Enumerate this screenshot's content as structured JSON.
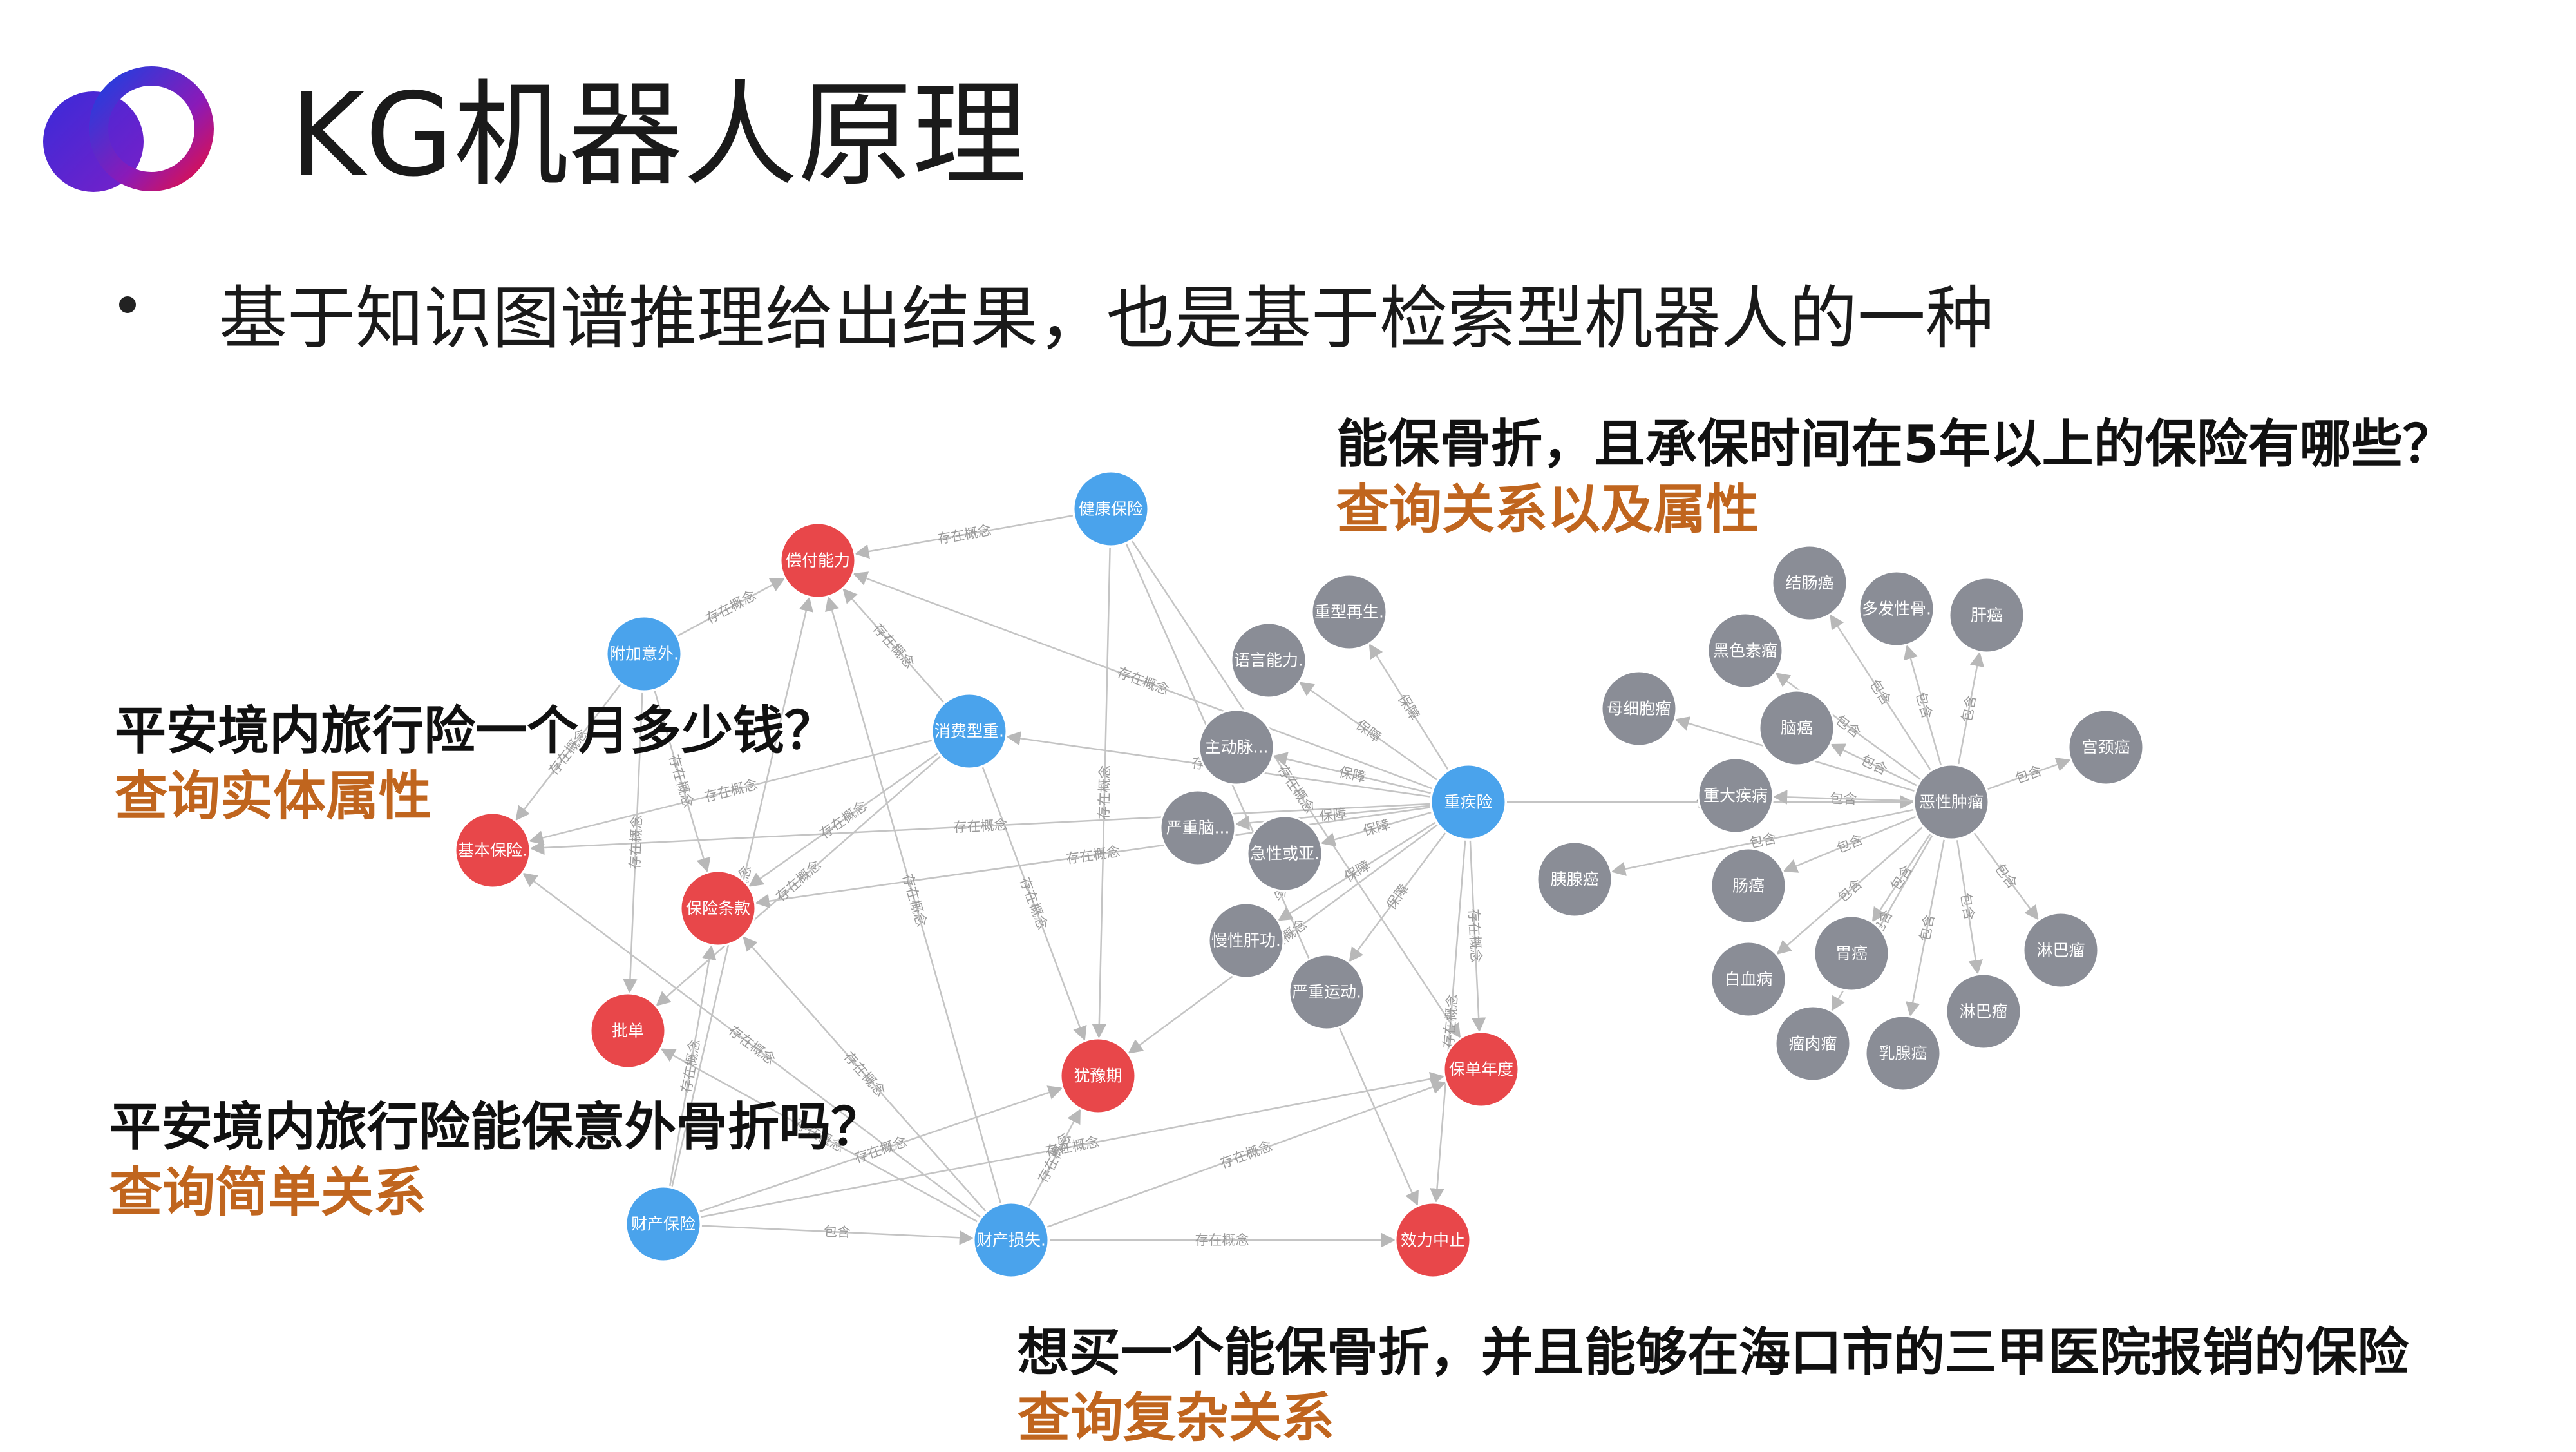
{
  "title": "KG机器人原理",
  "bullet": "基于知识图谱推理给出结果，也是基于检索型机器人的一种",
  "colors": {
    "accent": "#c0651e",
    "entity": "#e8474a",
    "concept": "#4aa3ec",
    "disease": "#8a8d96"
  },
  "questions": {
    "q1": {
      "text": "平安境内旅行险一个月多少钱？",
      "category": "查询实体属性"
    },
    "q2": {
      "text": "平安境内旅行险能保意外骨折吗？",
      "category": "查询简单关系"
    },
    "q3": {
      "text": "能保骨折，且承保时间在5年以上的保险有哪些？",
      "category": "查询关系以及属性"
    },
    "q4": {
      "text": "想买一个能保骨折，并且能够在海口市的三甲医院报销的保险",
      "category": "查询复杂关系"
    }
  },
  "graph": {
    "nodes": {
      "jiankang": {
        "label": "健康保险",
        "kind": "concept"
      },
      "fujia": {
        "label": "附加意外.",
        "kind": "concept"
      },
      "xiaofei": {
        "label": "消费型重.",
        "kind": "concept"
      },
      "zhongji": {
        "label": "重疾险",
        "kind": "concept"
      },
      "caichan": {
        "label": "财产保险",
        "kind": "concept"
      },
      "sunshi": {
        "label": "财产损失.",
        "kind": "concept"
      },
      "changfu": {
        "label": "偿付能力",
        "kind": "entity"
      },
      "jiben": {
        "label": "基本保险.",
        "kind": "entity"
      },
      "tiaokuan": {
        "label": "保险条款",
        "kind": "entity"
      },
      "pidan": {
        "label": "批单",
        "kind": "entity"
      },
      "youyu": {
        "label": "犹豫期",
        "kind": "entity"
      },
      "niandu": {
        "label": "保单年度",
        "kind": "entity"
      },
      "xiaoli": {
        "label": "效力中止",
        "kind": "entity"
      },
      "zaisheng": {
        "label": "重型再生.",
        "kind": "disease"
      },
      "yuyan": {
        "label": "语言能力.",
        "kind": "disease"
      },
      "zhudong": {
        "label": "主动脉...",
        "kind": "disease"
      },
      "yanzhongnao": {
        "label": "严重脑...",
        "kind": "disease"
      },
      "jixing": {
        "label": "急性或亚.",
        "kind": "disease"
      },
      "manxing": {
        "label": "慢性肝功.",
        "kind": "disease"
      },
      "yundong": {
        "label": "严重运动.",
        "kind": "disease"
      },
      "jiechang": {
        "label": "结肠癌",
        "kind": "disease"
      },
      "duofa": {
        "label": "多发性骨.",
        "kind": "disease"
      },
      "gan": {
        "label": "肝癌",
        "kind": "disease"
      },
      "heise": {
        "label": "黑色素瘤",
        "kind": "disease"
      },
      "muxibao": {
        "label": "母细胞瘤",
        "kind": "disease"
      },
      "nao": {
        "label": "脑癌",
        "kind": "disease"
      },
      "zhongda": {
        "label": "重大疾病",
        "kind": "disease"
      },
      "exing": {
        "label": "恶性肿瘤",
        "kind": "disease"
      },
      "gongjing": {
        "label": "宫颈癌",
        "kind": "disease"
      },
      "yixian": {
        "label": "胰腺癌",
        "kind": "disease"
      },
      "chang": {
        "label": "肠癌",
        "kind": "disease"
      },
      "baixue": {
        "label": "白血病",
        "kind": "disease"
      },
      "wei": {
        "label": "胃癌",
        "kind": "disease"
      },
      "linba1": {
        "label": "淋巴瘤",
        "kind": "disease"
      },
      "linba2": {
        "label": "淋巴瘤",
        "kind": "disease"
      },
      "rouliu": {
        "label": "瘤肉瘤",
        "kind": "disease"
      },
      "ruxian": {
        "label": "乳腺癌",
        "kind": "disease"
      }
    },
    "edge_labels": {
      "concept": "存在概念",
      "contains": "包含",
      "ensure": "保障"
    },
    "edges": [
      {
        "s": "jiankang",
        "t": "changfu",
        "k": "concept"
      },
      {
        "s": "fujia",
        "t": "changfu",
        "k": "concept"
      },
      {
        "s": "fujia",
        "t": "jiben",
        "k": "concept"
      },
      {
        "s": "fujia",
        "t": "tiaokuan",
        "k": "concept"
      },
      {
        "s": "fujia",
        "t": "pidan",
        "k": "concept"
      },
      {
        "s": "xiaofei",
        "t": "changfu",
        "k": "concept"
      },
      {
        "s": "xiaofei",
        "t": "jiben",
        "k": "concept"
      },
      {
        "s": "xiaofei",
        "t": "tiaokuan",
        "k": "concept"
      },
      {
        "s": "xiaofei",
        "t": "pidan",
        "k": "concept"
      },
      {
        "s": "xiaofei",
        "t": "youyu",
        "k": "concept"
      },
      {
        "s": "zhongji",
        "t": "changfu",
        "k": "concept"
      },
      {
        "s": "zhongji",
        "t": "jiben",
        "k": "concept"
      },
      {
        "s": "zhongji",
        "t": "tiaokuan",
        "k": "concept"
      },
      {
        "s": "zhongji",
        "t": "youyu",
        "k": "concept"
      },
      {
        "s": "zhongji",
        "t": "niandu",
        "k": "concept"
      },
      {
        "s": "zhongji",
        "t": "xiaoli",
        "k": "concept"
      },
      {
        "s": "zhongji",
        "t": "xiaofei",
        "k": "concept"
      },
      {
        "s": "jiankang",
        "t": "youyu",
        "k": "concept"
      },
      {
        "s": "jiankang",
        "t": "xiaoli",
        "k": "concept"
      },
      {
        "s": "jiankang",
        "t": "niandu",
        "k": "concept"
      },
      {
        "s": "caichan",
        "t": "changfu",
        "k": "concept"
      },
      {
        "s": "caichan",
        "t": "tiaokuan",
        "k": "concept"
      },
      {
        "s": "caichan",
        "t": "youyu",
        "k": "concept"
      },
      {
        "s": "caichan",
        "t": "niandu",
        "k": "concept"
      },
      {
        "s": "caichan",
        "t": "sunshi",
        "k": "contains"
      },
      {
        "s": "sunshi",
        "t": "jiben",
        "k": "concept"
      },
      {
        "s": "sunshi",
        "t": "tiaokuan",
        "k": "concept"
      },
      {
        "s": "sunshi",
        "t": "pidan",
        "k": "concept"
      },
      {
        "s": "sunshi",
        "t": "youyu",
        "k": "concept"
      },
      {
        "s": "sunshi",
        "t": "niandu",
        "k": "concept"
      },
      {
        "s": "sunshi",
        "t": "xiaoli",
        "k": "concept"
      },
      {
        "s": "sunshi",
        "t": "changfu",
        "k": "concept"
      },
      {
        "s": "zhongji",
        "t": "zaisheng",
        "k": "ensure"
      },
      {
        "s": "zhongji",
        "t": "yuyan",
        "k": "ensure"
      },
      {
        "s": "zhongji",
        "t": "zhudong",
        "k": "ensure"
      },
      {
        "s": "zhongji",
        "t": "yanzhongnao",
        "k": "ensure"
      },
      {
        "s": "zhongji",
        "t": "jixing",
        "k": "ensure"
      },
      {
        "s": "zhongji",
        "t": "manxing",
        "k": "ensure"
      },
      {
        "s": "zhongji",
        "t": "yundong",
        "k": "ensure"
      },
      {
        "s": "zhongji",
        "t": "exing",
        "k": "ensure"
      },
      {
        "s": "exing",
        "t": "jiechang",
        "k": "contains"
      },
      {
        "s": "exing",
        "t": "duofa",
        "k": "contains"
      },
      {
        "s": "exing",
        "t": "gan",
        "k": "contains"
      },
      {
        "s": "exing",
        "t": "heise",
        "k": "contains"
      },
      {
        "s": "exing",
        "t": "muxibao",
        "k": "contains"
      },
      {
        "s": "exing",
        "t": "nao",
        "k": "contains"
      },
      {
        "s": "exing",
        "t": "zhongda",
        "k": "contains"
      },
      {
        "s": "exing",
        "t": "gongjing",
        "k": "contains"
      },
      {
        "s": "exing",
        "t": "yixian",
        "k": "contains"
      },
      {
        "s": "exing",
        "t": "chang",
        "k": "contains"
      },
      {
        "s": "exing",
        "t": "baixue",
        "k": "contains"
      },
      {
        "s": "exing",
        "t": "wei",
        "k": "contains"
      },
      {
        "s": "exing",
        "t": "linba1",
        "k": "contains"
      },
      {
        "s": "exing",
        "t": "linba2",
        "k": "contains"
      },
      {
        "s": "exing",
        "t": "rouliu",
        "k": "contains"
      },
      {
        "s": "exing",
        "t": "ruxian",
        "k": "contains"
      }
    ]
  }
}
